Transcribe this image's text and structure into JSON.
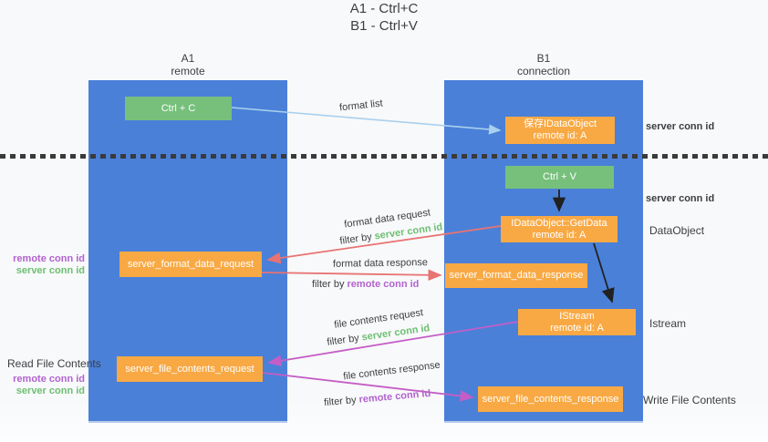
{
  "title": {
    "line1": "A1 - Ctrl+C",
    "line2": "B1 - Ctrl+V"
  },
  "columns": {
    "a1": {
      "name": "A1",
      "subtitle": "remote"
    },
    "b1": {
      "name": "B1",
      "subtitle": "connection"
    }
  },
  "nodes": {
    "ctrl_c": {
      "label": "Ctrl + C"
    },
    "save_dataobject": {
      "line1": "保存IDataObject",
      "line2": "remote id: A"
    },
    "ctrl_v": {
      "label": "Ctrl + V"
    },
    "getdata": {
      "line1": "IDataObject::GetData",
      "line2": "remote id: A"
    },
    "format_request": {
      "label": "server_format_data_request"
    },
    "format_response": {
      "label": "server_format_data_response"
    },
    "istream": {
      "line1": "IStream",
      "line2": "remote id: A"
    },
    "file_request": {
      "label": "server_file_contents_request"
    },
    "file_response": {
      "label": "server_file_contents_response"
    }
  },
  "labels": {
    "format_list": "format list",
    "format_data_request": "format data request",
    "format_data_response": "format data response",
    "file_contents_request": "file contents request",
    "file_contents_response": "file contents response",
    "filter_by": "filter by",
    "server_conn_id": "server conn id",
    "remote_conn_id": "remote conn id"
  },
  "side_labels": {
    "dataobject": "DataObject",
    "istream": "Istream",
    "write_file_contents": "Write File Contents",
    "read_file_contents": "Read File Contents"
  },
  "colors": {
    "column_blue": "#4a80d8",
    "node_green": "#76c07c",
    "node_orange": "#f8a944",
    "arrow_blue": "#a9d0ee",
    "arrow_black": "#212121",
    "arrow_red": "#e87373",
    "arrow_magenta": "#c45ec6",
    "text_green": "#6dbf72",
    "text_purple": "#b163cf",
    "text_dark": "#3b3e42"
  }
}
